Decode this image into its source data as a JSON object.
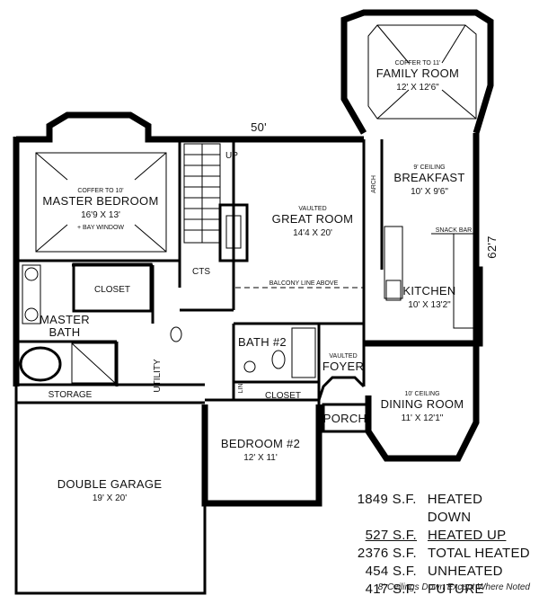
{
  "rooms": {
    "family_room": {
      "note": "COFFER TO 11'",
      "name": "FAMILY ROOM",
      "size": "12' X 12'6\""
    },
    "breakfast": {
      "note": "9' CEILING",
      "name": "BREAKFAST",
      "size": "10' X 9'6\""
    },
    "master_bedroom": {
      "note": "COFFER TO 10'",
      "name": "MASTER BEDROOM",
      "size": "16'9 X 13'",
      "extra": "+ BAY WINDOW"
    },
    "great_room": {
      "note": "VAULTED",
      "name": "GREAT ROOM",
      "size": "14'4 X 20'"
    },
    "kitchen": {
      "name": "KITCHEN",
      "size": "10' X 13'2\""
    },
    "master_bath": {
      "line1": "MASTER",
      "line2": "BATH"
    },
    "bath2": {
      "name": "BATH #2"
    },
    "foyer": {
      "line1": "VAULTED",
      "line2": "FOYER"
    },
    "dining": {
      "note": "10' CEILING",
      "name": "DINING ROOM",
      "size": "11' X 12'1\""
    },
    "bedroom2": {
      "name": "BEDROOM #2",
      "size": "12' X 11'"
    },
    "garage": {
      "name": "DOUBLE GARAGE",
      "size": "19' X 20'"
    }
  },
  "labels": {
    "closet1": "CLOSET",
    "closet2": "CLOSET",
    "storage": "STORAGE",
    "utility": "UTILITY",
    "porch": "PORCH",
    "cts": "CTS",
    "up": "UP",
    "balcony": "BALCONY LINE ABOVE",
    "snack_bar": "SNACK BAR",
    "arch": "ARCH",
    "lin": "LIN",
    "dim_top": "50'",
    "dim_right": "62'7"
  },
  "legend": {
    "rows": [
      {
        "value": "1849 S.F.",
        "label": "HEATED DOWN"
      },
      {
        "value": "527 S.F.",
        "label": "HEATED UP"
      },
      {
        "value": "2376 S.F.",
        "label": "TOTAL HEATED"
      },
      {
        "value": "454 S.F.",
        "label": "UNHEATED"
      },
      {
        "value": "417 S.F.",
        "label": "FUTURE"
      }
    ],
    "note": "8' Ceilings Down Except Where Noted"
  }
}
